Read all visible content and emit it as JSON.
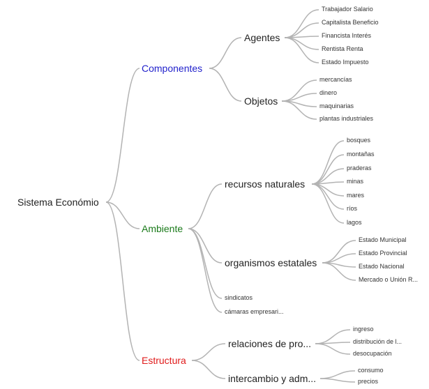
{
  "colors": {
    "link": "#b3b3b3",
    "root_text": "#222222",
    "componentes": "#2222cc",
    "ambiente": "#1a7a1a",
    "estructura": "#e01b1b"
  },
  "root": {
    "label": "Sistema Económio"
  },
  "branches": {
    "componentes": {
      "label": "Componentes",
      "agentes": {
        "label": "Agentes",
        "items": [
          "Trabajador Salario",
          "Capitalista Beneficio",
          "Financista Interés",
          "Rentista Renta",
          "Estado Impuesto"
        ]
      },
      "objetos": {
        "label": "Objetos",
        "items": [
          "mercancías",
          "dinero",
          "maquinarias",
          "plantas industriales"
        ]
      }
    },
    "ambiente": {
      "label": "Ambiente",
      "recursos": {
        "label": "recursos naturales",
        "items": [
          "bosques",
          "montañas",
          "praderas",
          "minas",
          "mares",
          "ríos",
          "lagos"
        ]
      },
      "organismos": {
        "label": "organismos estatales",
        "items": [
          "Estado Municipal",
          "Estado Provincial",
          "Estado Nacional",
          "Mercado o Unión R..."
        ]
      },
      "sindicatos": "sindicatos",
      "camaras": "cámaras empresari..."
    },
    "estructura": {
      "label": "Estructura",
      "relaciones": {
        "label": "relaciones de pro...",
        "items": [
          "ingreso",
          "distribución de l...",
          "desocupación"
        ]
      },
      "intercambio": {
        "label": "intercambio y adm...",
        "items": [
          "consumo",
          "precios"
        ]
      }
    }
  }
}
